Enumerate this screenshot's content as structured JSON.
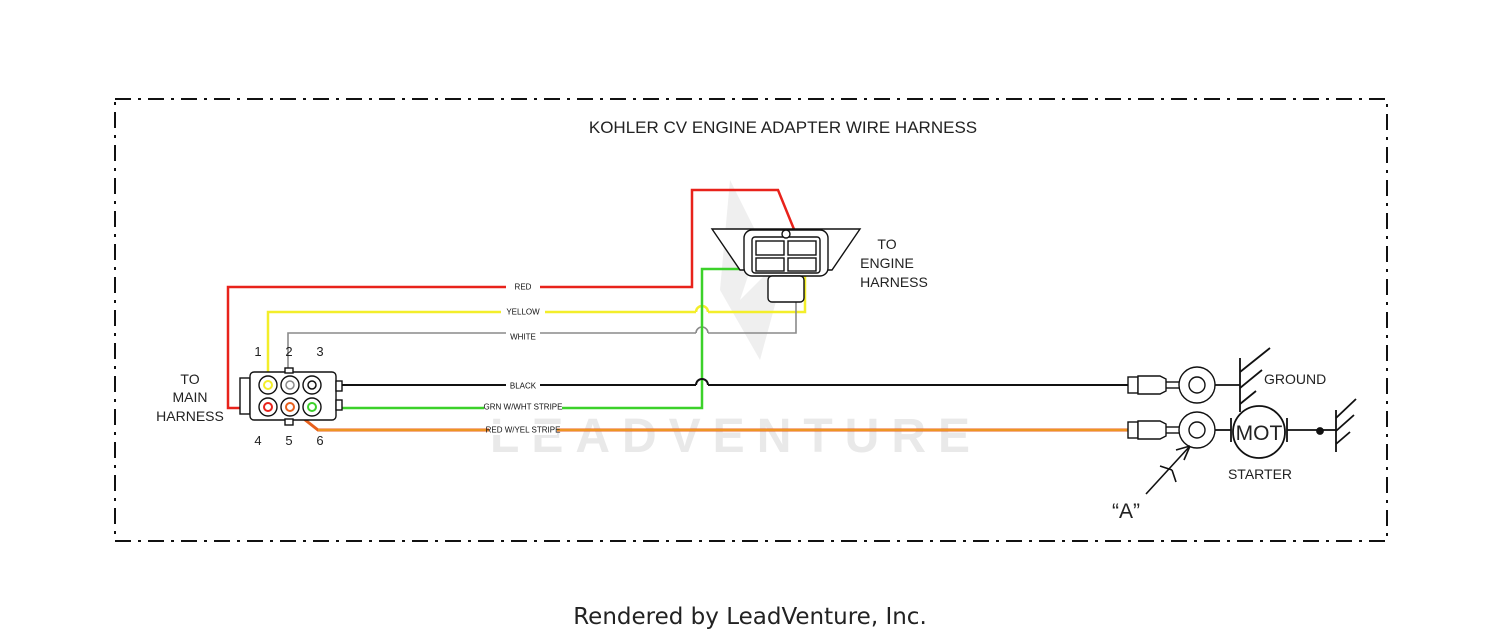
{
  "title": "KOHLER CV ENGINE ADAPTER WIRE HARNESS",
  "labels": {
    "to_engine": [
      "TO",
      "ENGINE",
      "HARNESS"
    ],
    "to_main": [
      "TO",
      "MAIN",
      "HARNESS"
    ],
    "ground": "GROUND",
    "starter": "STARTER",
    "motor": "MOT",
    "callout_a": "“A”"
  },
  "pins": {
    "top": [
      "1",
      "2",
      "3"
    ],
    "bottom": [
      "4",
      "5",
      "6"
    ]
  },
  "wires": {
    "red": "RED",
    "yellow": "YELLOW",
    "white": "WHITE",
    "black": "BLACK",
    "green": "GRN W/WHT STRIPE",
    "red_yel": "RED W/YEL STRIPE"
  },
  "colors": {
    "red": "#e8221b",
    "yellow": "#f3ee2a",
    "white_wire": "#8a8a8a",
    "black": "#111111",
    "green": "#3cd12a",
    "orange": "#e8601c"
  },
  "watermark": "LEADVENTURE",
  "footer": "Rendered by LeadVenture, Inc."
}
